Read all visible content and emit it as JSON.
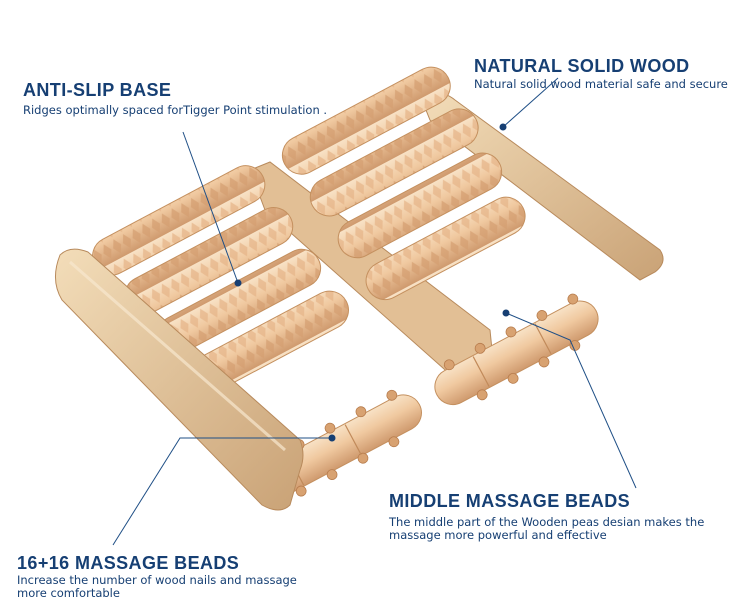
{
  "callouts": {
    "anti_slip": {
      "title": "ANTI-SLIP BASE",
      "desc": "Ridges optimally spaced forTigger Point stimulation ."
    },
    "natural_wood": {
      "title": "NATURAL SOLID WOOD",
      "desc": "Natural solid wood material safe and secure"
    },
    "middle_beads": {
      "title": "MIDDLE MASSAGE BEADS",
      "desc_line1": "The middle part of the Wooden peas desian makes the",
      "desc_line2": "massage more powerful and effective"
    },
    "beads_16": {
      "title": "16+16 MASSAGE BEADS",
      "desc_line1": "Increase the number of wood nails and massage",
      "desc_line2": "more comfortable"
    }
  },
  "colors": {
    "text_blue": "#163f73",
    "wood_light": "#f1d3ad",
    "wood_mid": "#e0b088",
    "wood_dark": "#c98e5f"
  }
}
